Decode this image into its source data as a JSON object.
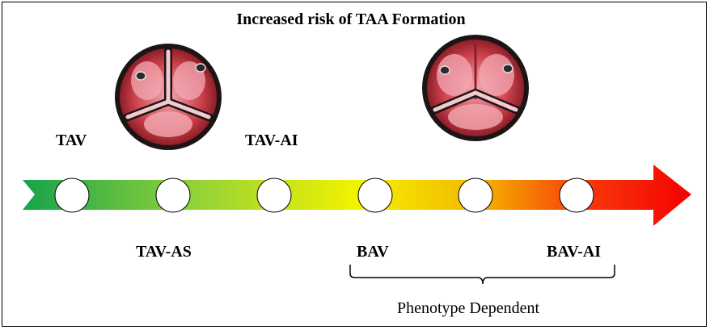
{
  "title": "Increased risk of TAA Formation",
  "labels": {
    "tav": "TAV",
    "tav_ai": "TAV-AI",
    "tav_as": "TAV-AS",
    "bav": "BAV",
    "bav_ai": "BAV-AI",
    "phenotype": "Phenotype Dependent"
  },
  "gradient_colors": [
    "#17a34a",
    "#8fd13a",
    "#f3f300",
    "#f5b700",
    "#f73a0a",
    "#f50000"
  ],
  "valve_colors": {
    "rim": "#1c1415",
    "tissue": "#b8323c",
    "highlight": "#f4a9b3",
    "commissure": "#f2c9cf"
  }
}
